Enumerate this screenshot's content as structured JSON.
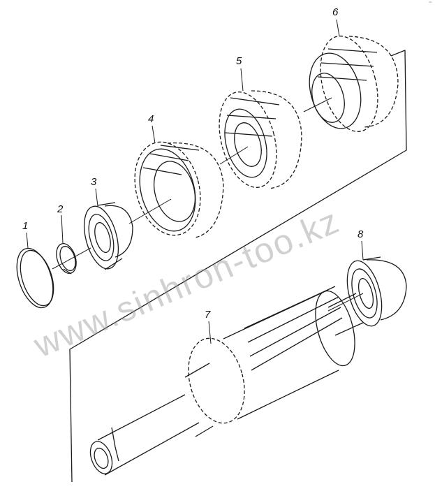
{
  "callouts": [
    {
      "id": "1",
      "label": "1"
    },
    {
      "id": "2",
      "label": "2"
    },
    {
      "id": "3",
      "label": "3"
    },
    {
      "id": "4",
      "label": "4"
    },
    {
      "id": "5",
      "label": "5"
    },
    {
      "id": "6",
      "label": "6"
    },
    {
      "id": "7",
      "label": "7"
    },
    {
      "id": "8",
      "label": "8"
    }
  ],
  "watermark": "www.sinhron-too.kz",
  "corner_mark": "⁻",
  "colors": {
    "line": "#1a1a1a",
    "watermark": "#9a9a9a",
    "background": "#ffffff"
  }
}
